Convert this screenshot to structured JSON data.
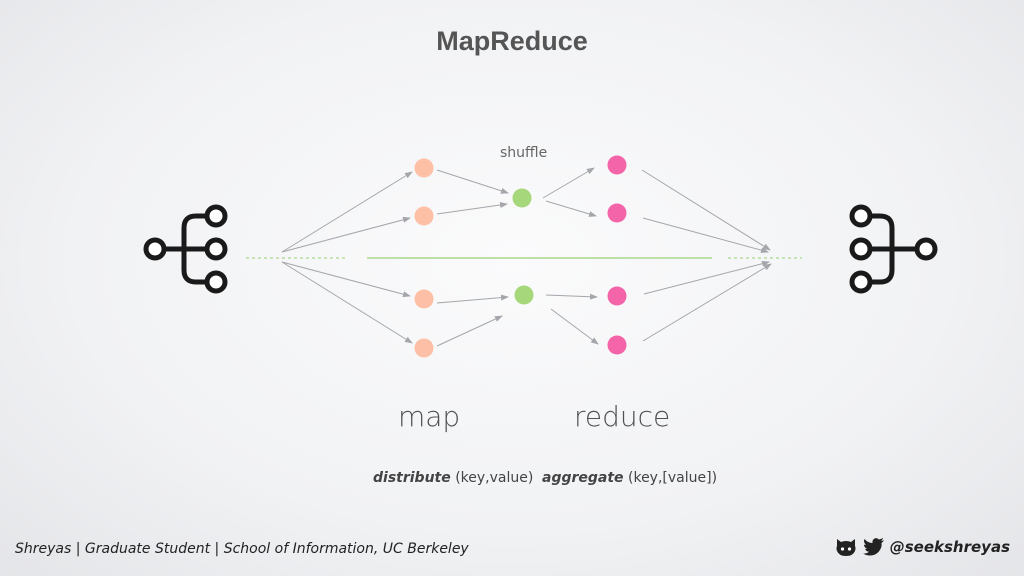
{
  "slide": {
    "title": "MapReduce",
    "shuffle_label": "shuffle",
    "map_label": "map",
    "reduce_label": "reduce",
    "map_signature": {
      "verb": "distribute",
      "args": "(key,value)"
    },
    "reduce_signature": {
      "verb": "aggregate",
      "args": "(key,[value])"
    },
    "footer": "Shreyas | Graduate Student | School of Information, UC Berkeley",
    "handle": "@seekshreyas"
  },
  "icons": {
    "split": "fork-split-icon",
    "merge": "fork-merge-icon",
    "social_1": "github-octocat-icon",
    "social_2": "twitter-bird-icon"
  },
  "colors": {
    "map_node": "#fdbfa5",
    "shuffle_node": "#a7d77b",
    "reduce_node": "#f464a8",
    "arrow": "#a4a6ab",
    "divider": "#a8d88a"
  }
}
